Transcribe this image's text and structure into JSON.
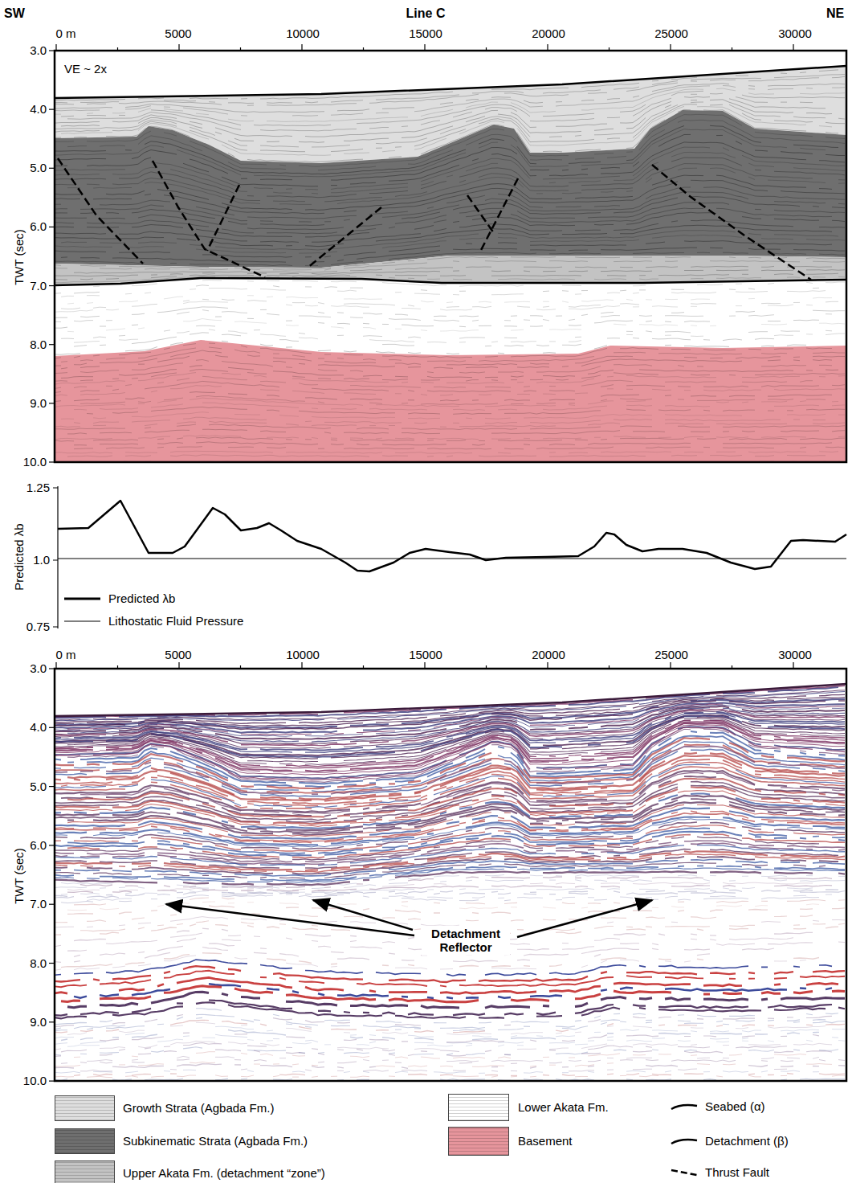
{
  "diagram": {
    "title": "Line C",
    "labels": [
      "SW",
      "NE",
      "0 m",
      "5000",
      "10000",
      "15000",
      "20000",
      "25000",
      "30000",
      "3.0",
      "4.0",
      "5.0",
      "6.0",
      "7.0",
      "8.0",
      "9.0",
      "10.0",
      "TWT (sec)",
      "VE ~ 2x",
      "1.25",
      "1.0",
      "0.75",
      "Predicted λb",
      "0 m",
      "5000",
      "10000",
      "15000",
      "20000",
      "25000",
      "30000",
      "3.0",
      "4.0",
      "5.0",
      "6.0",
      "7.0",
      "8.0",
      "9.0",
      "10.0",
      "TWT (sec)",
      "Detachment Reflector"
    ],
    "legend": [
      {
        "text": "Predicted λb"
      },
      {
        "text": "Lithostatic Fluid Pressure"
      },
      {
        "text": "Growth Strata (Agbada Fm.)",
        "color": "#dedede"
      },
      {
        "text": "Subkinematic Strata (Agbada Fm.)",
        "color": "#6f6f6f"
      },
      {
        "text": "Upper Akata Fm. (detachment “zone”)",
        "color": "#c3c3c3"
      },
      {
        "text": "Lower Akata Fm.",
        "color": "#ffffff"
      },
      {
        "text": "Basement",
        "color": "#e6959c"
      },
      {
        "text": "Seabed (α)"
      },
      {
        "text": "Detachment (β)"
      },
      {
        "text": "Thrust Fault"
      }
    ]
  }
}
